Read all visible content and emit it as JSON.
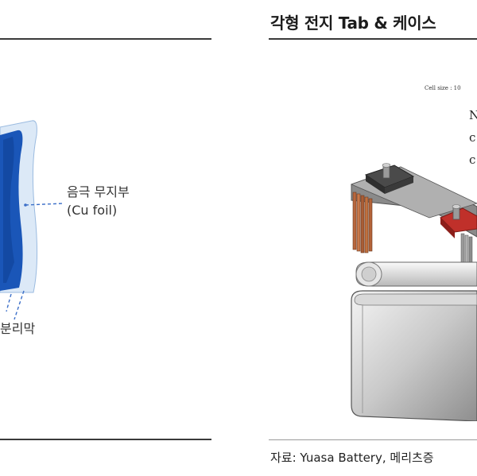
{
  "left": {
    "negative_label": "음극 무지부",
    "negative_sublabel": "(Cu foil)",
    "separator_label_partial": "분리막"
  },
  "right": {
    "title": "각형 전지 Tab & 케이스",
    "cell_size_label": "Cell size : 10",
    "side_text": [
      "N",
      "c",
      "c"
    ],
    "source": "자료: Yuasa Battery, 메리츠증"
  }
}
